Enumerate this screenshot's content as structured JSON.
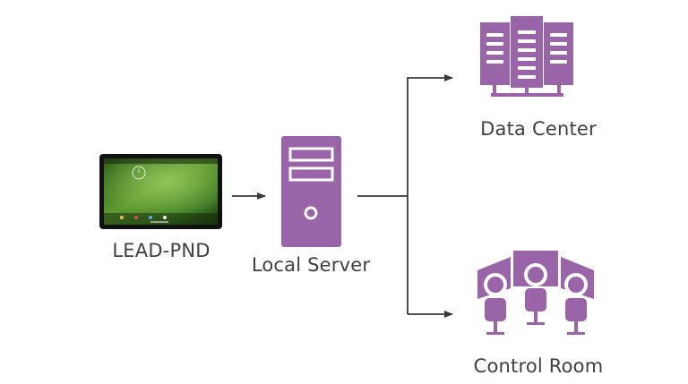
{
  "nodes": {
    "device": {
      "label": "LEAD-PND",
      "icon": "tablet-icon"
    },
    "server": {
      "label": "Local Server",
      "icon": "server-tower-icon"
    },
    "datacenter": {
      "label": "Data Center",
      "icon": "server-rack-icon"
    },
    "controlroom": {
      "label": "Control Room",
      "icon": "operators-icon"
    }
  },
  "edges": [
    {
      "from": "device",
      "to": "server"
    },
    {
      "from": "server",
      "to": "datacenter"
    },
    {
      "from": "server",
      "to": "controlroom"
    }
  ],
  "colors": {
    "icon": "#9a65a8",
    "line": "#3a3a3a",
    "text": "#404040"
  }
}
